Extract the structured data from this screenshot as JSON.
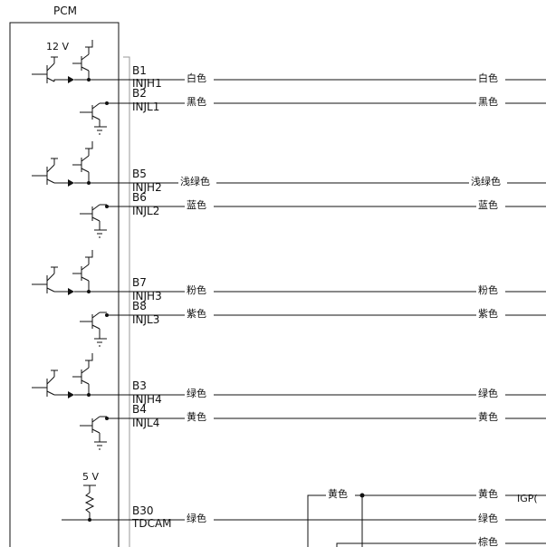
{
  "module": {
    "title": "PCM",
    "supply_label": "12 V",
    "sensor_supply_label": "5 V"
  },
  "injector_pairs": [
    {
      "high_pin": "B1",
      "high_signal": "INJH1",
      "high_wire": "白色",
      "high_wire_right": "白色",
      "low_pin": "B2",
      "low_signal": "INJL1",
      "low_wire": "黑色",
      "low_wire_right": "黑色"
    },
    {
      "high_pin": "B5",
      "high_signal": "INJH2",
      "high_wire": "浅绿色",
      "high_wire_right": "浅绿色",
      "low_pin": "B6",
      "low_signal": "INJL2",
      "low_wire": "蓝色",
      "low_wire_right": "蓝色"
    },
    {
      "high_pin": "B7",
      "high_signal": "INJH3",
      "high_wire": "粉色",
      "high_wire_right": "粉色",
      "low_pin": "B8",
      "low_signal": "INJL3",
      "low_wire": "紫色",
      "low_wire_right": "紫色"
    },
    {
      "high_pin": "B3",
      "high_signal": "INJH4",
      "high_wire": "绿色",
      "high_wire_right": "绿色",
      "low_pin": "B4",
      "low_signal": "INJL4",
      "low_wire": "黄色",
      "low_wire_right": "黄色"
    }
  ],
  "cam_sensor": {
    "pin": "B30",
    "signal": "TDCAM",
    "wire_left": "绿色",
    "wire_right": "绿色",
    "supply_wire_left": "黄色",
    "supply_wire_right": "黄色",
    "ground_wire_right": "棕色",
    "connector_label": "IGP("
  }
}
